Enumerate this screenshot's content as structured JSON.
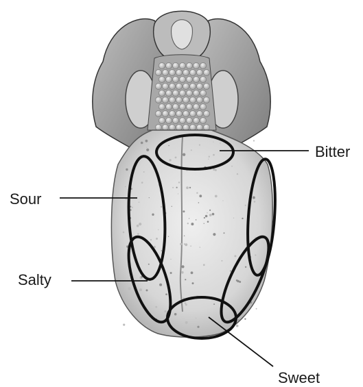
{
  "labels": {
    "bitter": "Bitter",
    "sour": "Sour",
    "salty": "Salty",
    "sweet": "Sweet"
  },
  "colors": {
    "outline": "#111111",
    "tongue_light": "#e4e4e4",
    "tongue_mid": "#c8c8c8",
    "throat_dark": "#8a8a8a"
  }
}
